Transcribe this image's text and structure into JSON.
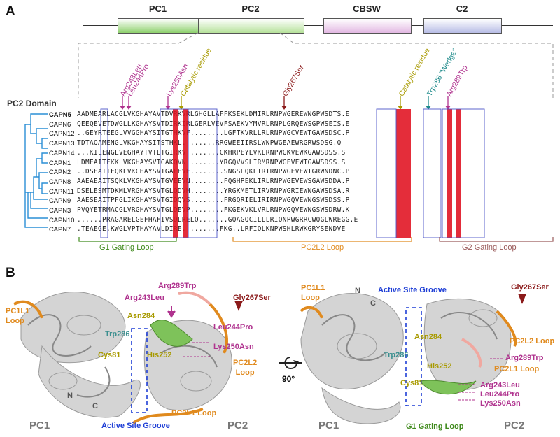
{
  "panelA": {
    "label": "A",
    "domains": [
      {
        "name": "PC1",
        "color": "#8fd16e"
      },
      {
        "name": "PC2",
        "color": "#b7e29c"
      },
      {
        "name": "CBSW",
        "color": "#e3b9e3"
      },
      {
        "name": "C2",
        "color": "#b8bde6"
      }
    ],
    "pc2_domain_label": "PC2 Domain",
    "annotations": [
      {
        "text": "Arg243Leu",
        "color": "#b0338f"
      },
      {
        "text": "Leu244Pro",
        "color": "#b0338f"
      },
      {
        "text": "Lys250Asn",
        "color": "#b0338f"
      },
      {
        "text": "Catalytic residue",
        "color": "#a89a00"
      },
      {
        "text": "Gly267Ser",
        "color": "#8b1a1a"
      },
      {
        "text": "Catalytic residue",
        "color": "#a89a00"
      },
      {
        "text": "Trp286 \"Wedge\"",
        "color": "#1d8a8a"
      },
      {
        "text": "Arg289Trp",
        "color": "#b0338f"
      }
    ],
    "sequences": [
      {
        "name": "CAPN5",
        "seq": "AADMEARLACGLVKGHAYAVTDVRKVRLGHGLLAFFKSEKLDMIRLRNPWGEREWNGPWSDTS.E"
      },
      {
        "name": "CAPN6",
        "seq": "QEEQEVETDWGLLKGHAYSVTDIRKIRLGERLVEVFSAEKVYMVRLRNPLGRQEWSGPWSEIS.E"
      },
      {
        "name": "CAPN12",
        "seq": "..GEYRTEEGLVVGGHAYSITGTHKVF........LGFTKVRLLRLRNPWGCVEWTGAWSDSC.P"
      },
      {
        "name": "CAPN13",
        "seq": "TDTAQAMENGLVKGHAYSITSTHKL........RRGWEEIIRSLWNPWGEAEWRGRWSDSG.Q"
      },
      {
        "name": "CAPN14",
        "seq": "...KILENGLVEGHAYTVTLTGIRKVT.......CKHRPEYLVKLRNPWGKVEWKGAWSDSS.S"
      },
      {
        "name": "CAPN1",
        "seq": "LDMEAITFKKLVKGHAYSVTGAKQVN........YRGQVVSLIRMRNPWGEVEWTGAWSDSS.S"
      },
      {
        "name": "CAPN2",
        "seq": "..DSEAITFQKLVKGHAYSVTGAEEVE........SNGSLQKLIRIRNPWGEVEWTGRWNDNC.P"
      },
      {
        "name": "CAPN8",
        "seq": "AAEAEAITSQKLVKGHAYSVTGVEEVN........FQGHPEKLIRLRNPWGEVEWSGAWSDDA.P"
      },
      {
        "name": "CAPN11",
        "seq": "DSELESMTDKMLVRGHAYSVTGLQDVH........YRGKMETLIRVRNPWGRIEWNGAWSDSA.R"
      },
      {
        "name": "CAPN9",
        "seq": "AAESEAITPFGLIKGHAYSVTGIDQVS........FRGQRIELIRIRNPWGQVEWNGSWSDSS.P"
      },
      {
        "name": "CAPN3",
        "seq": "PVQYETRMACGLVRGHAYSVTGLDEVP........FKGEKVKLVRLRNPWGQVEWNGSWSDRW.K"
      },
      {
        "name": "CAPN10",
        "seq": "......PRAGARELGEFHAFIVSDLRELQ.......GQAGQCILLLRIQNPWGRRCWQGLWREGG.E"
      },
      {
        "name": "CAPN7",
        "seq": ".TEAEGE.KWGLVPTHAYAVLDIRE.........FKG..LRFIQLKNPWSHLRWKGRYSENDVE"
      }
    ],
    "loops": [
      {
        "name": "G1 Gating Loop",
        "color": "#3f8a1c"
      },
      {
        "name": "PC2L2 Loop",
        "color": "#e08a1e"
      },
      {
        "name": "G2 Gating Loop",
        "color": "#9a5a5a"
      }
    ]
  },
  "panelB": {
    "label": "B",
    "left": {
      "labels": [
        {
          "key": "pc1l1",
          "text": "PC1L1\nLoop",
          "color": "#e08a1e"
        },
        {
          "key": "arg289",
          "text": "Arg289Trp",
          "color": "#b0338f"
        },
        {
          "key": "arg243",
          "text": "Arg243Leu",
          "color": "#b0338f"
        },
        {
          "key": "gly267",
          "text": "Gly267Ser",
          "color": "#8b1a1a"
        },
        {
          "key": "asn284",
          "text": "Asn284",
          "color": "#a89a00"
        },
        {
          "key": "leu244",
          "text": "Leu244Pro",
          "color": "#b0338f"
        },
        {
          "key": "trp286",
          "text": "Trp286",
          "color": "#3b8f8f"
        },
        {
          "key": "lys250",
          "text": "Lys250Asn",
          "color": "#b0338f"
        },
        {
          "key": "cys81",
          "text": "Cys81",
          "color": "#a89a00"
        },
        {
          "key": "his252",
          "text": "His252",
          "color": "#a89a00"
        },
        {
          "key": "pc2l2",
          "text": "PC2L2\nLoop",
          "color": "#e08a1e"
        },
        {
          "key": "n",
          "text": "N",
          "color": "#555"
        },
        {
          "key": "c",
          "text": "C",
          "color": "#555"
        },
        {
          "key": "pc2l1",
          "text": "PC2L1 Loop",
          "color": "#e08a1e"
        },
        {
          "key": "groove",
          "text": "Active Site Groove",
          "color": "#1f3fd6"
        },
        {
          "key": "pc1",
          "text": "PC1",
          "color": "#777"
        },
        {
          "key": "pc2",
          "text": "PC2",
          "color": "#777"
        }
      ]
    },
    "rotation": "90°",
    "right": {
      "labels": [
        {
          "key": "pc1l1",
          "text": "PC1L1\nLoop",
          "color": "#e08a1e"
        },
        {
          "key": "n",
          "text": "N",
          "color": "#555"
        },
        {
          "key": "c",
          "text": "C",
          "color": "#555"
        },
        {
          "key": "groove",
          "text": "Active Site Groove",
          "color": "#1f3fd6"
        },
        {
          "key": "gly267",
          "text": "Gly267Ser",
          "color": "#8b1a1a"
        },
        {
          "key": "asn284",
          "text": "Asn284",
          "color": "#a89a00"
        },
        {
          "key": "pc2l2",
          "text": "PC2L2 Loop",
          "color": "#e08a1e"
        },
        {
          "key": "trp286",
          "text": "Trp286",
          "color": "#3b8f8f"
        },
        {
          "key": "arg289",
          "text": "Arg289Trp",
          "color": "#b0338f"
        },
        {
          "key": "his252",
          "text": "His252",
          "color": "#a89a00"
        },
        {
          "key": "pc2l1",
          "text": "PC2L1 Loop",
          "color": "#e08a1e"
        },
        {
          "key": "cys81",
          "text": "Cys81",
          "color": "#a89a00"
        },
        {
          "key": "arg243",
          "text": "Arg243Leu",
          "color": "#b0338f"
        },
        {
          "key": "leu244",
          "text": "Leu244Pro",
          "color": "#b0338f"
        },
        {
          "key": "lys250",
          "text": "Lys250Asn",
          "color": "#b0338f"
        },
        {
          "key": "pc1",
          "text": "PC1",
          "color": "#777"
        },
        {
          "key": "g1",
          "text": "G1 Gating Loop",
          "color": "#3f8a1c"
        },
        {
          "key": "pc2",
          "text": "PC2",
          "color": "#777"
        }
      ]
    }
  }
}
